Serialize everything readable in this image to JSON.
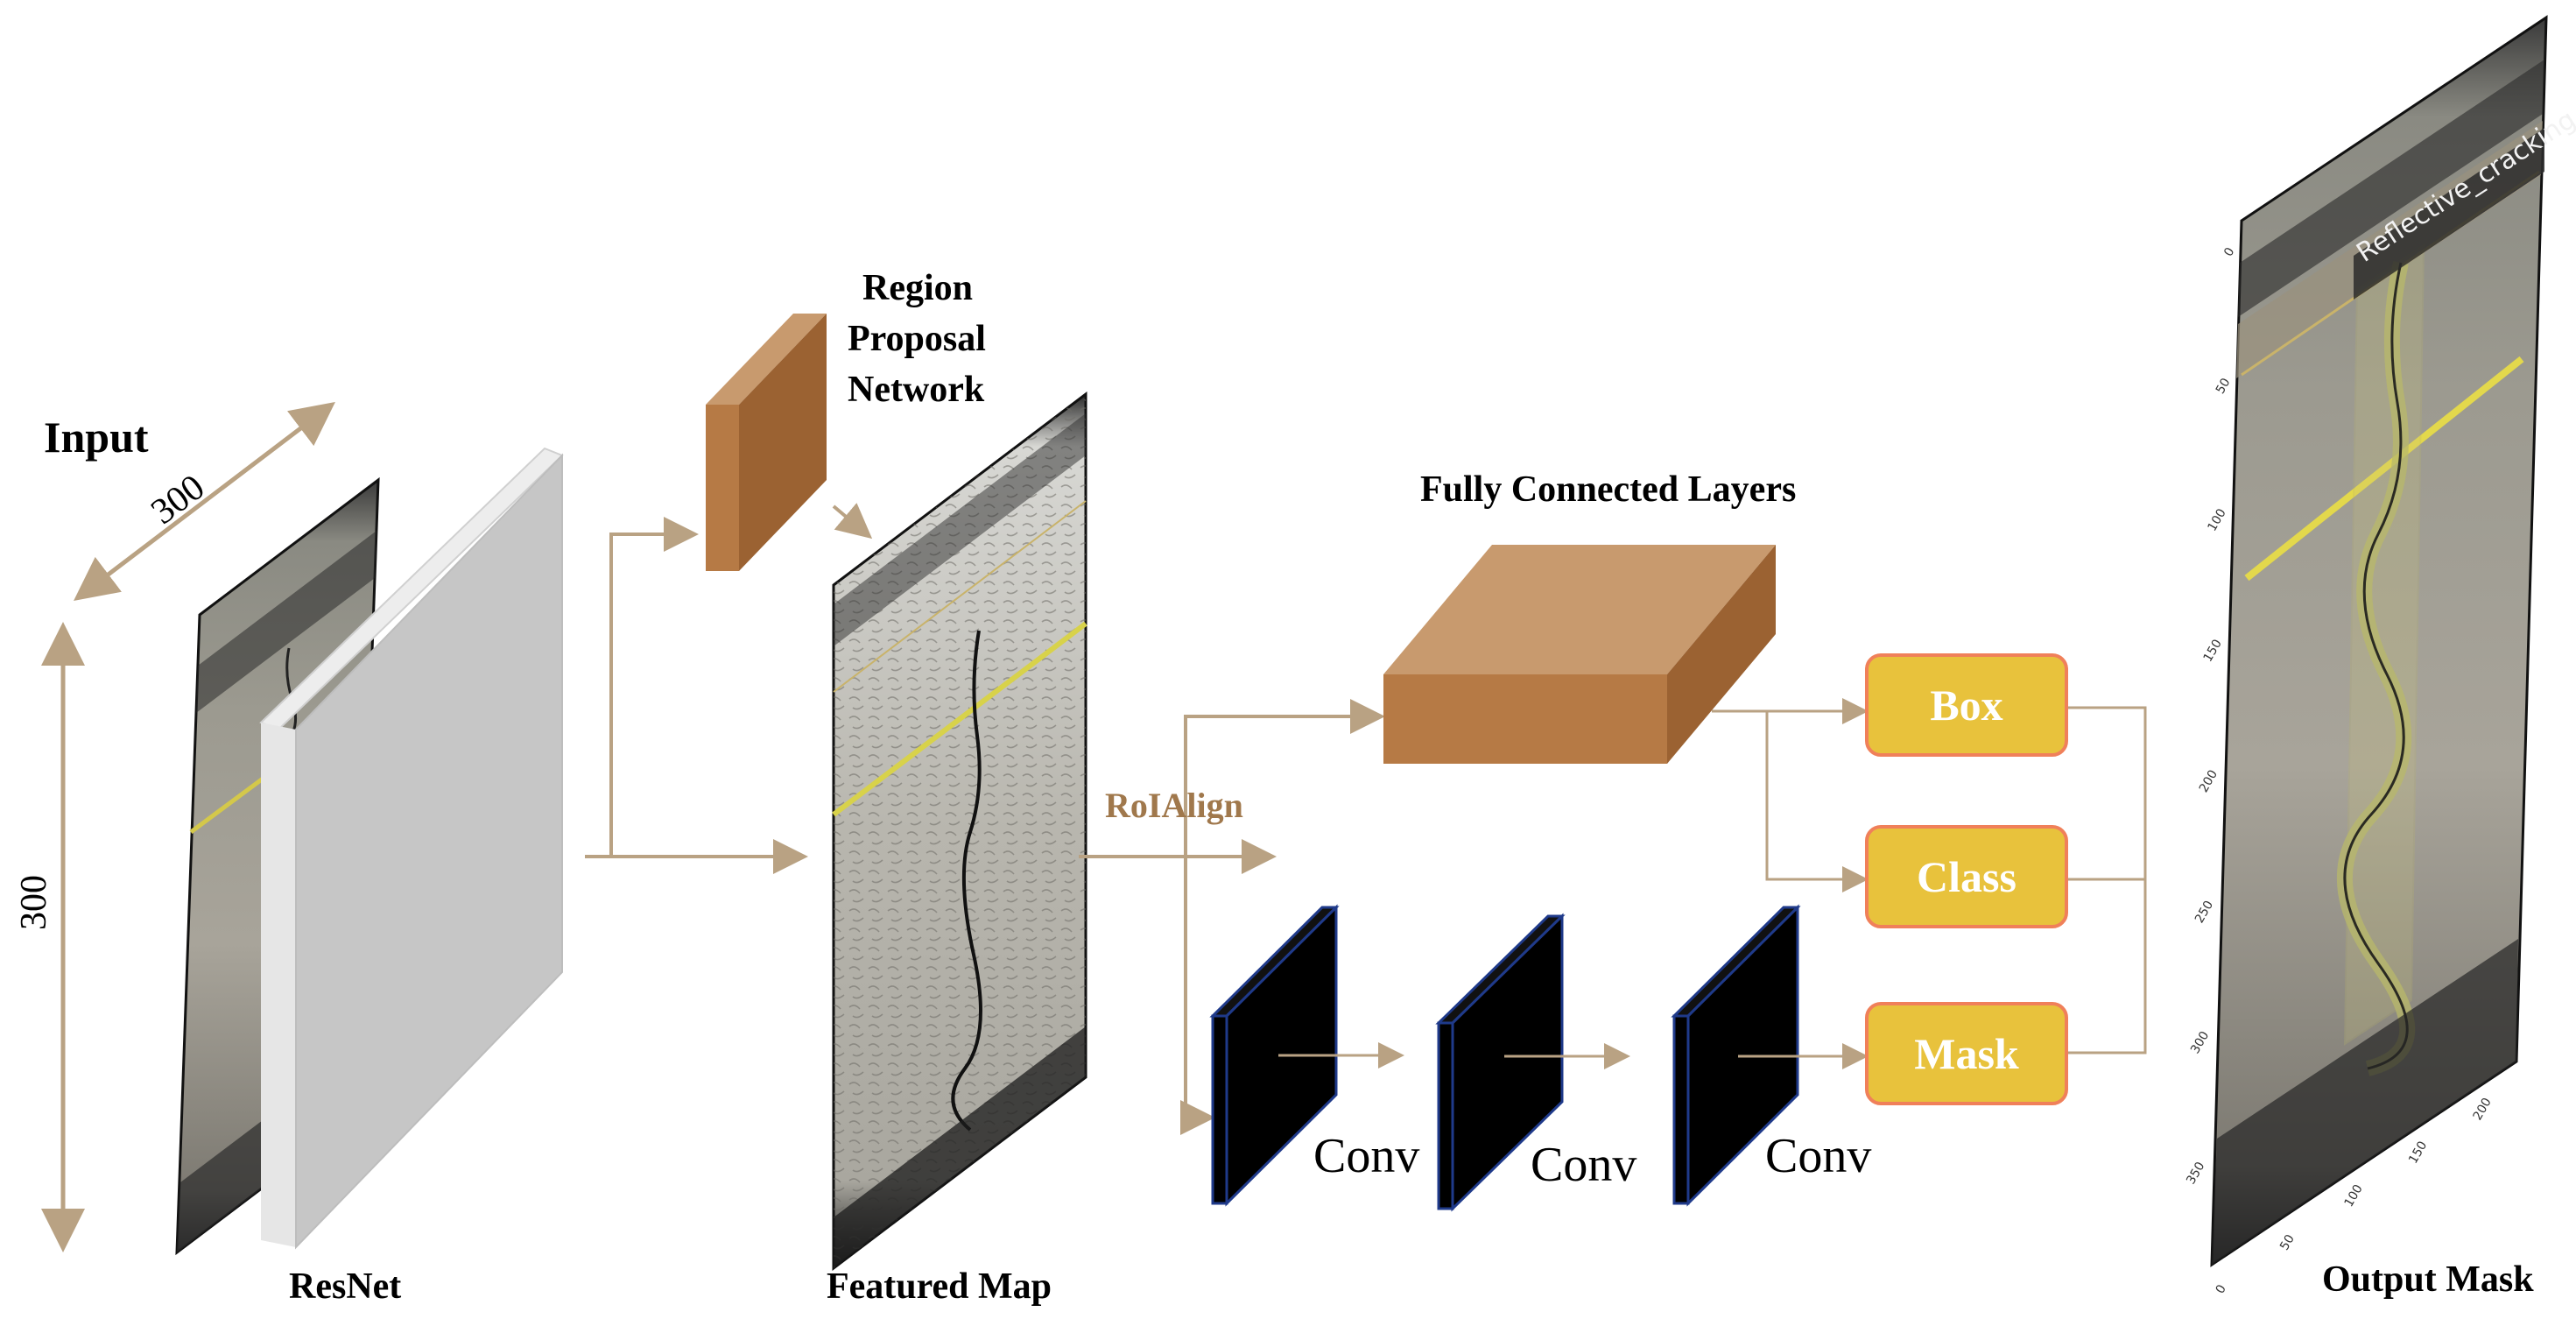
{
  "labels": {
    "input": "Input",
    "dim_width": "300",
    "dim_height": "300",
    "resnet": "ResNet",
    "rpn_line1": "Region",
    "rpn_line2": "Proposal",
    "rpn_line3": "Network",
    "featured_map": "Featured Map",
    "roialign": "RoIAlign",
    "fc_layers": "Fully Connected Layers",
    "conv1": "Conv",
    "conv2": "Conv",
    "conv3": "Conv",
    "output_mask": "Output Mask",
    "overlay_class": "Reflective_cracking"
  },
  "heads": {
    "box": "Box",
    "class": "Class",
    "mask": "Mask"
  },
  "output_axis": {
    "y_ticks": [
      "0",
      "50",
      "100",
      "150",
      "200",
      "250",
      "300",
      "350"
    ],
    "x_ticks": [
      "0",
      "50",
      "100",
      "150",
      "200"
    ]
  },
  "colors": {
    "arrow": "#b9a283",
    "rpn_box": "#b67a45",
    "head_fill": "#e8c23c",
    "head_border": "#f0805a",
    "roialign_text": "#a0784c",
    "conv_edge": "#1f3a8a"
  }
}
